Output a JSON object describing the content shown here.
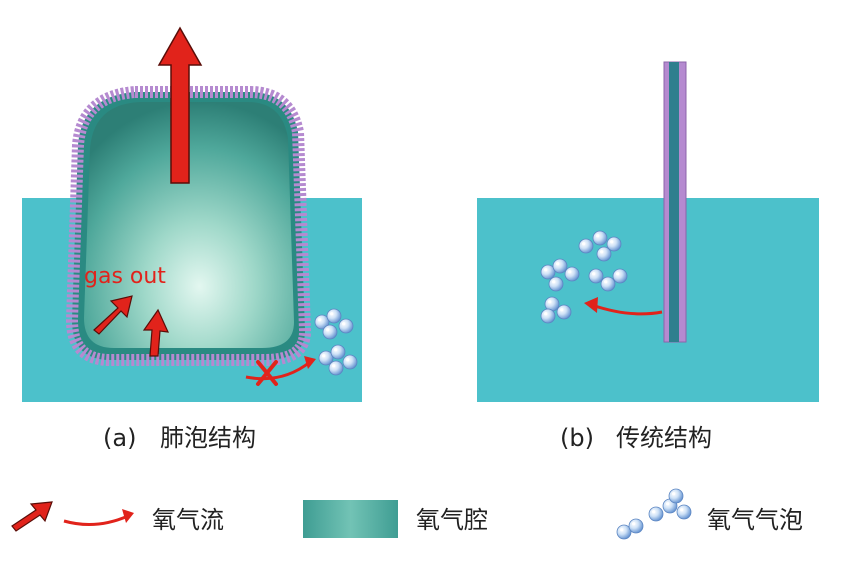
{
  "panels": {
    "a": {
      "tag": "(a)",
      "label": "肺泡结构",
      "annotation": "gas out"
    },
    "b": {
      "tag": "(b)",
      "label": "传统结构"
    }
  },
  "legend": {
    "flow": "氧气流",
    "cavity": "氧气腔",
    "bubble": "氧气气泡"
  },
  "colors": {
    "water": "#4cc1cb",
    "cavity": "#5fb6ad",
    "membrane": "#b58ad0",
    "arrow": "#e1231b",
    "bubble": "#8fb9e6"
  }
}
